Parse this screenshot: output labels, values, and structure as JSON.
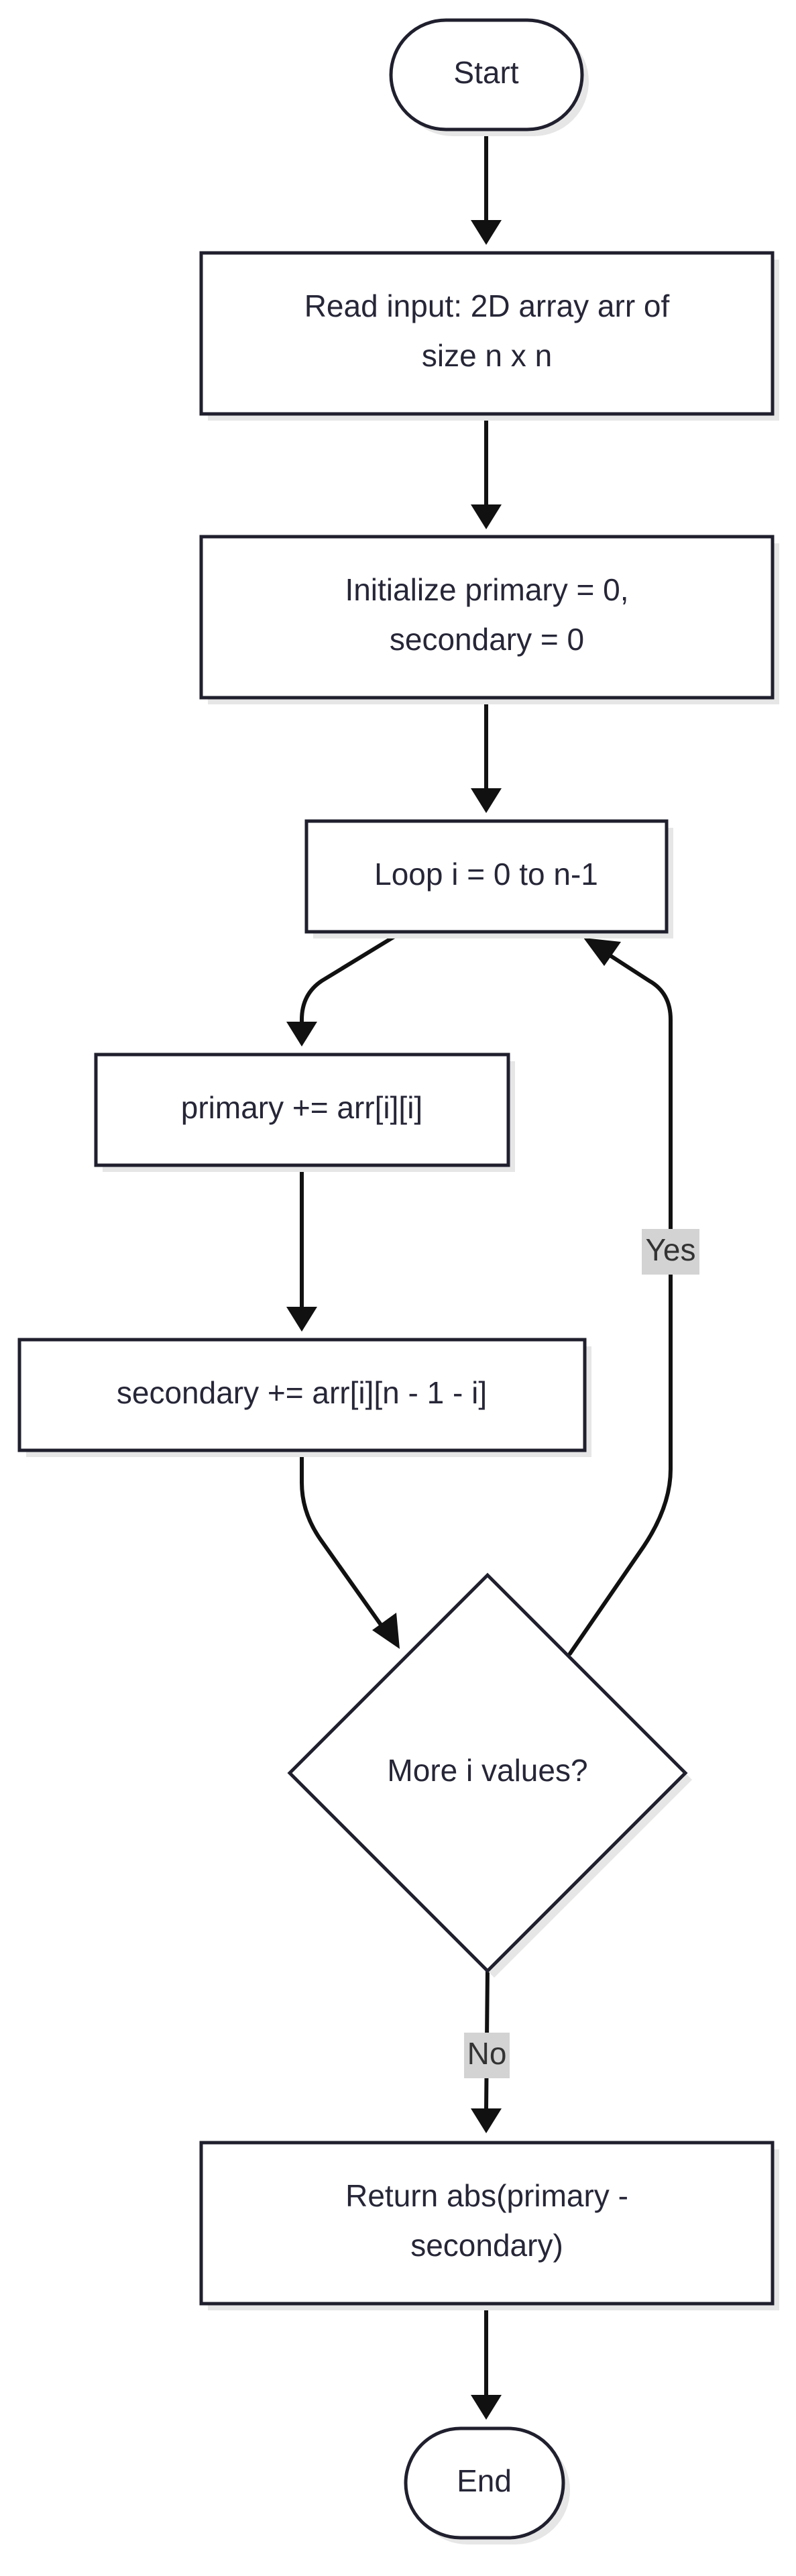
{
  "nodes": {
    "start": "Start",
    "read_input": {
      "line1": "Read input: 2D array arr of",
      "line2": "size n x n"
    },
    "initialize": {
      "line1": "Initialize primary = 0,",
      "line2": "secondary = 0"
    },
    "loop": "Loop i = 0 to n-1",
    "primary_add": "primary += arr[i][i]",
    "secondary_add": "secondary += arr[i][n - 1 - i]",
    "decision": "More i values?",
    "return": {
      "line1": "Return abs(primary -",
      "line2": "secondary)"
    },
    "end": "End"
  },
  "edges": {
    "yes_label": "Yes",
    "no_label": "No"
  },
  "colors": {
    "node_border": "#1f1f2e",
    "node_fill": "#ffffff",
    "edge": "#111111",
    "label_bg": "#d3d3d3"
  }
}
